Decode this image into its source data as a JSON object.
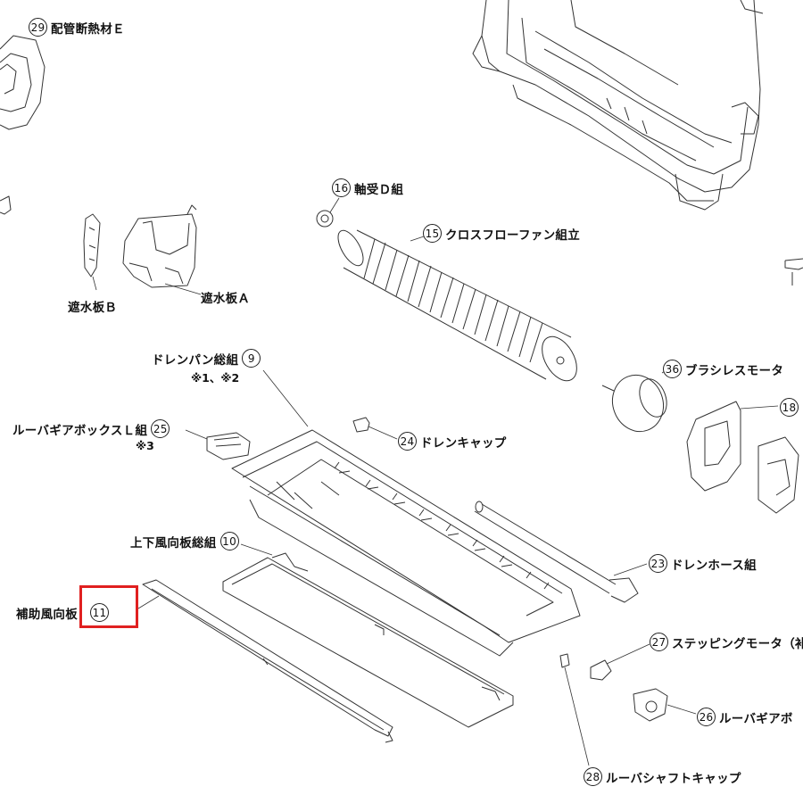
{
  "parts": [
    {
      "id": "p29",
      "num": "29",
      "name": "配管断熱材Ｅ"
    },
    {
      "id": "p16",
      "num": "16",
      "name": "軸受Ｄ組"
    },
    {
      "id": "p15",
      "num": "15",
      "name": "クロスフローファン組立"
    },
    {
      "id": "pB",
      "num": "",
      "name": "遮水板Ｂ"
    },
    {
      "id": "pA",
      "num": "",
      "name": "遮水板Ａ"
    },
    {
      "id": "p9",
      "num": "9",
      "name": "ドレンパン総組",
      "note": "※1、※2"
    },
    {
      "id": "p36",
      "num": "36",
      "name": "ブラシレスモータ"
    },
    {
      "id": "p18",
      "num": "18",
      "name": ""
    },
    {
      "id": "p25",
      "num": "25",
      "name": "ルーバギアボックスＬ組",
      "note": "※3"
    },
    {
      "id": "p24",
      "num": "24",
      "name": "ドレンキャップ"
    },
    {
      "id": "p10",
      "num": "10",
      "name": "上下風向板総組"
    },
    {
      "id": "p23",
      "num": "23",
      "name": "ドレンホース組"
    },
    {
      "id": "p11",
      "num": "11",
      "name": "補助風向板"
    },
    {
      "id": "p27",
      "num": "27",
      "name": "ステッピングモータ（补"
    },
    {
      "id": "p26",
      "num": "26",
      "name": "ルーバギアボ"
    },
    {
      "id": "p28",
      "num": "28",
      "name": "ルーバシャフトキャップ"
    }
  ],
  "highlight": {
    "target": "11",
    "color": "#e02020"
  }
}
